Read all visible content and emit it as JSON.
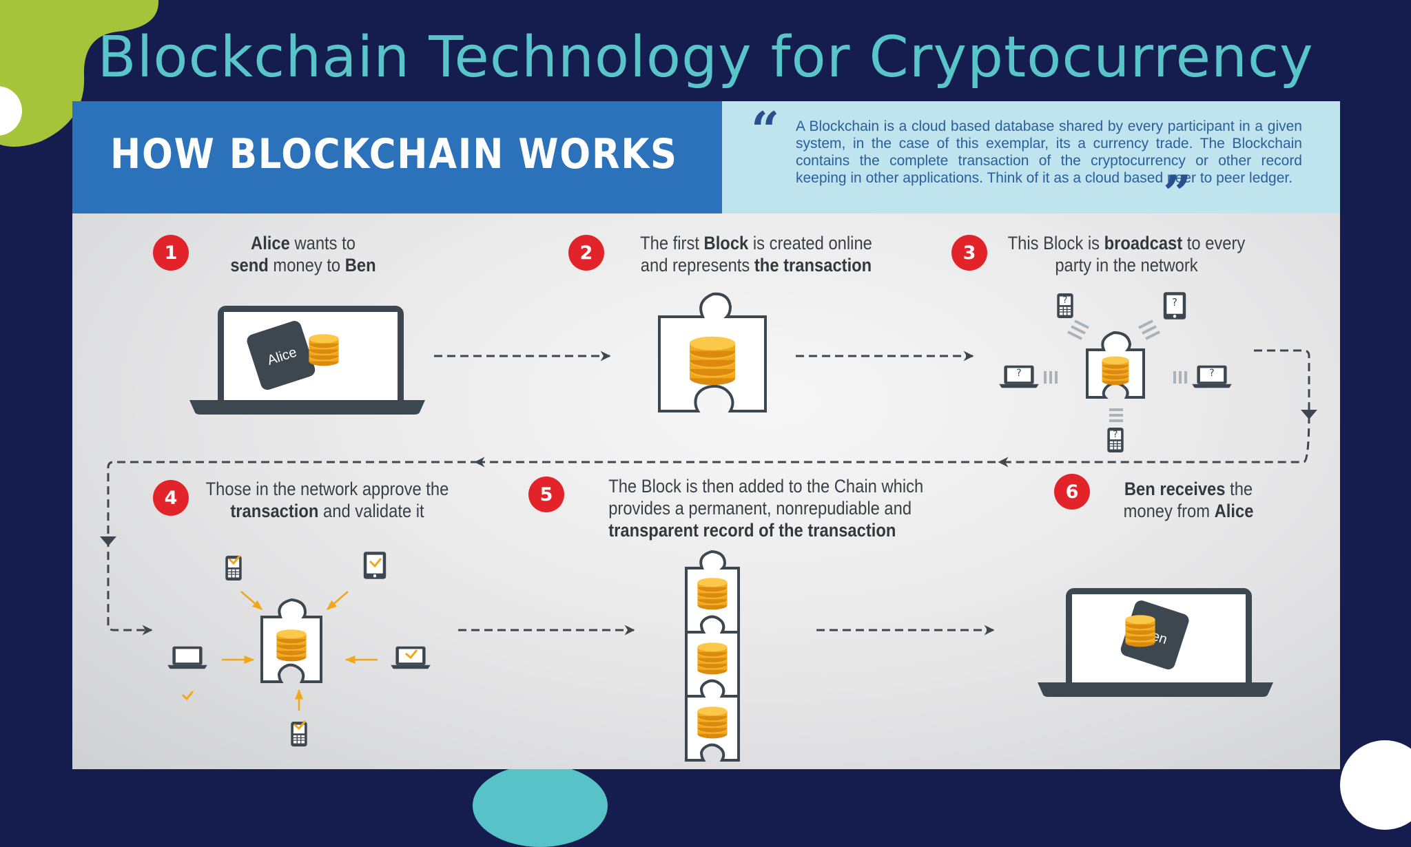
{
  "slide_title": "Blockchain Technology for Cryptocurrency",
  "heading": "HOW BLOCKCHAIN WORKS",
  "quote": {
    "open": "“",
    "text": "A Blockchain is a cloud based database shared by every participant in a given system, in the case of this exemplar, its a currency trade. The Blockchain contains the complete transaction of the cryptocurrency or other record keeping in other applications. Think of it as a cloud based peer to peer ledger.",
    "close": "”"
  },
  "steps": [
    {
      "number": "1",
      "line1": [
        {
          "b": true,
          "t": "Alice"
        },
        {
          "b": false,
          "t": " wants to"
        }
      ],
      "line2": [
        {
          "b": true,
          "t": "send"
        },
        {
          "b": false,
          "t": " money to "
        },
        {
          "b": true,
          "t": "Ben"
        }
      ]
    },
    {
      "number": "2",
      "line1": [
        {
          "b": false,
          "t": "The first "
        },
        {
          "b": true,
          "t": "Block"
        },
        {
          "b": false,
          "t": " is created online"
        }
      ],
      "line2": [
        {
          "b": false,
          "t": "and represents "
        },
        {
          "b": true,
          "t": "the transaction"
        }
      ]
    },
    {
      "number": "3",
      "line1": [
        {
          "b": false,
          "t": "This Block is "
        },
        {
          "b": true,
          "t": "broadcast"
        },
        {
          "b": false,
          "t": " to every"
        }
      ],
      "line2": [
        {
          "b": false,
          "t": "party in the network"
        }
      ]
    },
    {
      "number": "4",
      "line1": [
        {
          "b": false,
          "t": "Those in the network approve the"
        }
      ],
      "line2": [
        {
          "b": true,
          "t": "transaction"
        },
        {
          "b": false,
          "t": " and validate it"
        }
      ]
    },
    {
      "number": "5",
      "line1": [
        {
          "b": false,
          "t": "The Block is then added to the Chain which"
        }
      ],
      "line2": [
        {
          "b": false,
          "t": "provides a permanent, nonrepudiable and"
        }
      ],
      "line3": [
        {
          "b": true,
          "t": "transparent record of the transaction"
        }
      ]
    },
    {
      "number": "6",
      "line1": [
        {
          "b": true,
          "t": "Ben receives"
        },
        {
          "b": false,
          "t": " the"
        }
      ],
      "line2": [
        {
          "b": false,
          "t": "money from "
        },
        {
          "b": true,
          "t": "Alice"
        }
      ]
    }
  ],
  "wallet_labels": {
    "sender": "Alice",
    "receiver": "Ben"
  },
  "device_question_mark": "?",
  "colors": {
    "background": "#141d4e",
    "title": "#59c5c9",
    "header_blue": "#2c72bb",
    "quote_bg": "#bfe4ee",
    "badge_red": "#e3232a",
    "coin_gold": "#f2a71b",
    "icon_dark": "#3d4750",
    "lime_blob": "#a6c43a",
    "teal_blob": "#57c3c8"
  }
}
